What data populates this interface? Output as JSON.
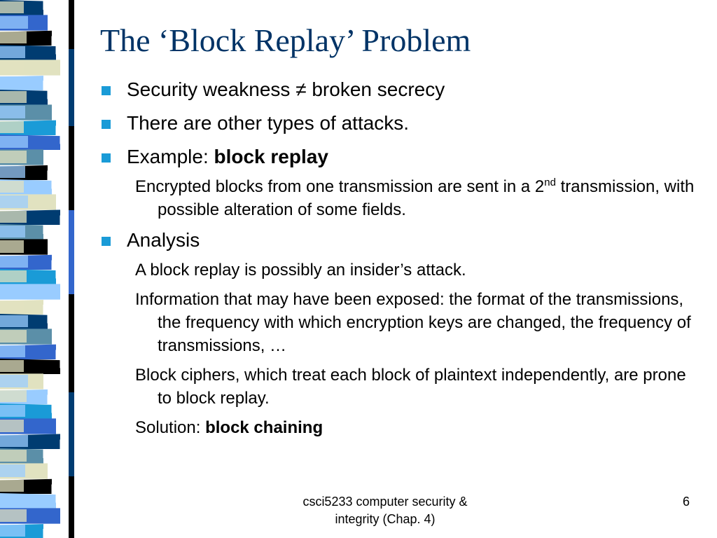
{
  "slide": {
    "title": "The ‘Block Replay’ Problem",
    "bullets": {
      "b1": "Security weakness ≠ broken secrecy",
      "b2": "There are other types of attacks.",
      "b3_prefix": "Example: ",
      "b3_bold": "block replay",
      "b3_sub1_a": "Encrypted blocks from one transmission are sent in a 2",
      "b3_sub1_sup": "nd",
      "b3_sub1_b": " transmission, with possible alteration of some fields.",
      "b4": "Analysis",
      "b4_sub1": "A block replay is possibly an insider’s attack.",
      "b4_sub2": "Information that may have been exposed: the format of the transmissions, the frequency with which encryption keys are changed, the frequency of transmissions, …",
      "b4_sub3": "Block ciphers, which treat each block of plaintext independently, are prone to block replay.",
      "b4_sub4_prefix": "Solution: ",
      "b4_sub4_bold": "block chaining"
    },
    "footer": {
      "course": "csci5233 computer security & integrity (Chap. 4)",
      "page_number": "6"
    },
    "colors": {
      "title": "#003366",
      "bullet": "#1a9bd7"
    }
  }
}
